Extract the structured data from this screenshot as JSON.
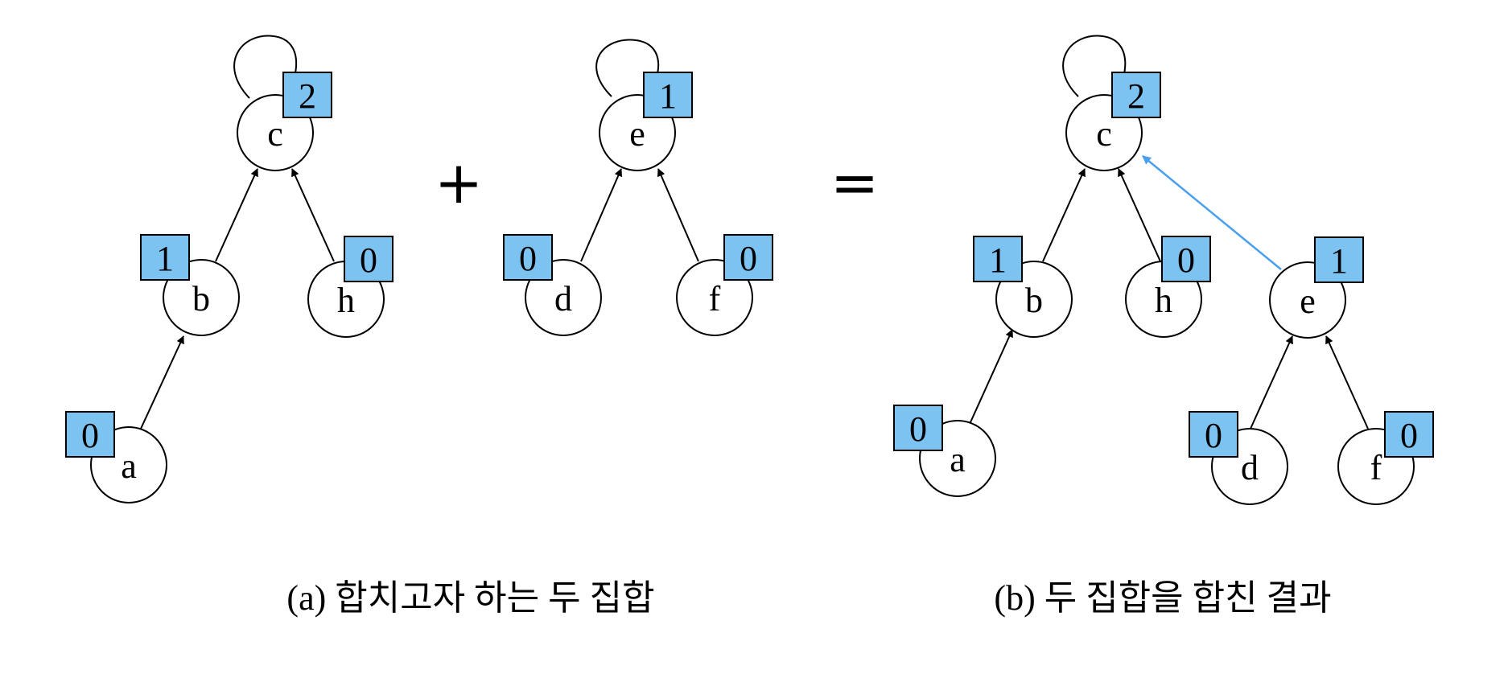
{
  "panel_a": {
    "tree1": {
      "nodes": {
        "c": {
          "label": "c",
          "rank": "2"
        },
        "b": {
          "label": "b",
          "rank": "1"
        },
        "h": {
          "label": "h",
          "rank": "0"
        },
        "a": {
          "label": "a",
          "rank": "0"
        }
      }
    },
    "tree2": {
      "nodes": {
        "e": {
          "label": "e",
          "rank": "1"
        },
        "d": {
          "label": "d",
          "rank": "0"
        },
        "f": {
          "label": "f",
          "rank": "0"
        }
      }
    },
    "caption": "(a) 합치고자 하는 두 집합"
  },
  "panel_b": {
    "nodes": {
      "c": {
        "label": "c",
        "rank": "2"
      },
      "b": {
        "label": "b",
        "rank": "1"
      },
      "h": {
        "label": "h",
        "rank": "0"
      },
      "e": {
        "label": "e",
        "rank": "1"
      },
      "a": {
        "label": "a",
        "rank": "0"
      },
      "d": {
        "label": "d",
        "rank": "0"
      },
      "f": {
        "label": "f",
        "rank": "0"
      }
    },
    "caption": "(b) 두 집합을 합친 결과"
  },
  "operators": {
    "plus": "+",
    "equals": "="
  },
  "colors": {
    "rank_box": "#7cc3f2",
    "union_edge": "#4a9ff0"
  }
}
